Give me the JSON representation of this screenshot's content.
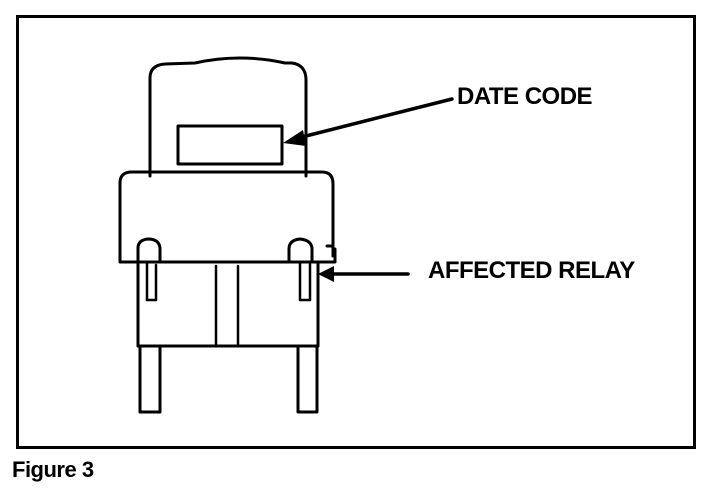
{
  "figure": {
    "caption": "Figure 3",
    "callouts": {
      "date_code": "DATE CODE",
      "affected_relay": "AFFECTED RELAY"
    }
  }
}
